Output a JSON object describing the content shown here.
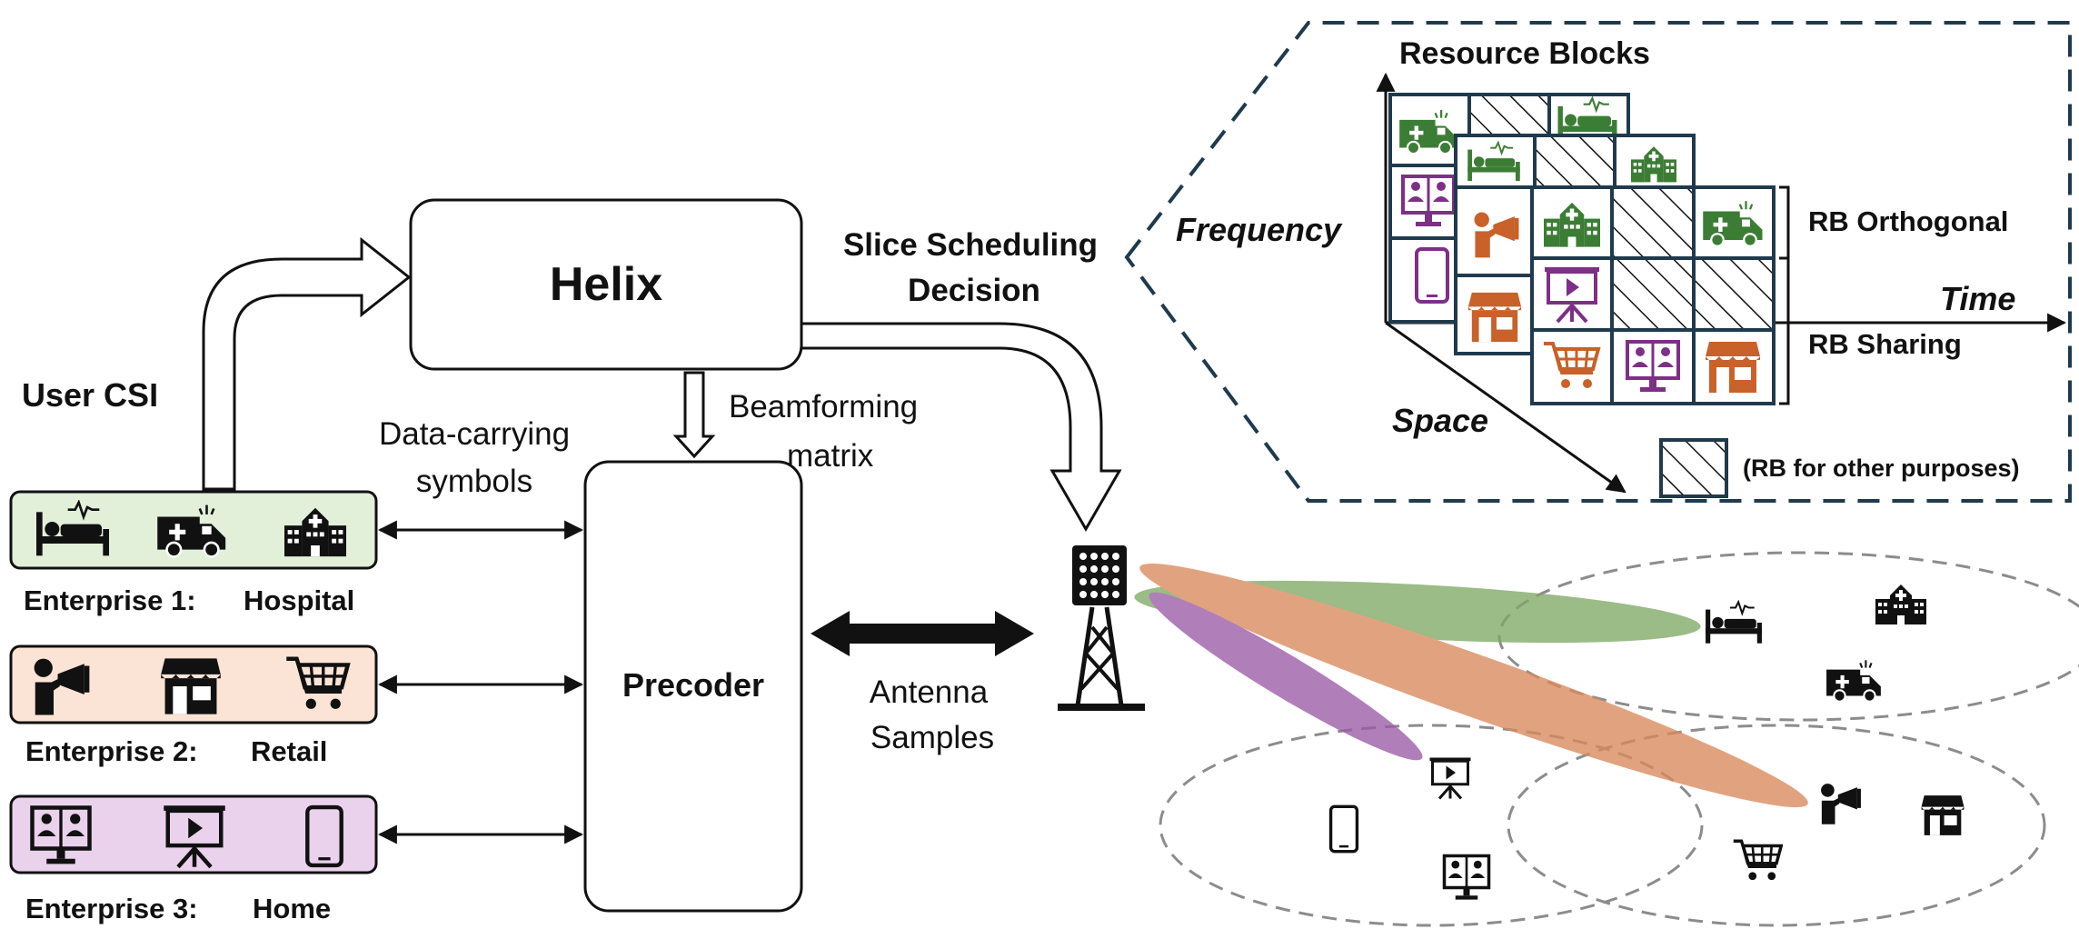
{
  "blocks": {
    "helix": "Helix",
    "precoder": "Precoder"
  },
  "labels": {
    "user_csi": "User CSI",
    "data_symbols_line1": "Data-carrying",
    "data_symbols_line2": "symbols",
    "beamforming_line1": "Beamforming",
    "beamforming_line2": "matrix",
    "slice_line1": "Slice Scheduling",
    "slice_line2": "Decision",
    "antenna_line1": "Antenna",
    "antenna_line2": "Samples"
  },
  "enterprises": [
    {
      "label": "Enterprise 1:",
      "name": "Hospital",
      "fill": "#E2EFD9",
      "icons": [
        "hospital-bed-icon",
        "ambulance-icon",
        "hospital-building-icon"
      ]
    },
    {
      "label": "Enterprise 2:",
      "name": "Retail",
      "fill": "#FBE4D5",
      "icons": [
        "megaphone-person-icon",
        "storefront-icon",
        "shopping-cart-icon"
      ]
    },
    {
      "label": "Enterprise 3:",
      "name": "Home",
      "fill": "#EAD1EC",
      "icons": [
        "video-conference-icon",
        "presentation-screen-icon",
        "smartphone-icon"
      ]
    }
  ],
  "resource_panel": {
    "title": "Resource Blocks",
    "axis_frequency": "Frequency",
    "axis_time": "Time",
    "axis_space": "Space",
    "rb_orthogonal": "RB Orthogonal",
    "rb_sharing": "RB Sharing",
    "rb_other": "(RB for other purposes)"
  },
  "colors": {
    "hospital_green": "#3B7D34",
    "retail_orange": "#C8612A",
    "home_purple": "#7E2F86",
    "grid_border": "#1F3A4D",
    "beam_green": "#7FA866",
    "beam_orange": "#D98A5C",
    "beam_purple": "#9A5BA6",
    "dashed_gray": "#8C8C8C"
  }
}
